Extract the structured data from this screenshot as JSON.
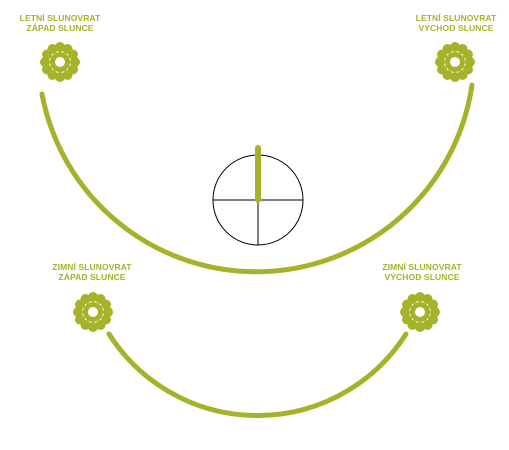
{
  "colors": {
    "accent": "#a6b22a",
    "line": "#000000",
    "background": "#ffffff"
  },
  "labels": {
    "summer_sunset": {
      "line1": "LETNÍ SLUNOVRAT",
      "line2": "ZÁPAD SLUNCE"
    },
    "summer_sunrise": {
      "line1": "LETNÍ SLUNOVRAT",
      "line2": "VÝCHOD SLUNCE"
    },
    "winter_sunset": {
      "line1": "ZIMNÍ SLUNOVRAT",
      "line2": "ZÁPAD SLUNCE"
    },
    "winter_sunrise": {
      "line1": "ZIMNÍ SLUNOVRAT",
      "line2": "VÝCHOD SLUNCE"
    }
  },
  "icons": {
    "sun": "sun-flower-icon",
    "compass": "compass-icon"
  }
}
